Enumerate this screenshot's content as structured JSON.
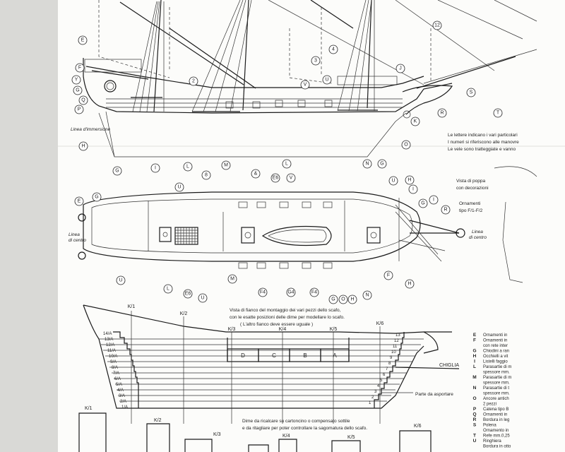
{
  "notes": {
    "letters_1": "Le lettere indicano i vari particolari",
    "letters_2": "I numeri si riferiscono alle manovre",
    "letters_3": "Le vele sono tratteggiate e vanno",
    "stern_view_1": "Vista di poppa",
    "stern_view_2": "con decorazioni",
    "ornaments_1": "Ornamenti",
    "ornaments_2": "tipo F/1-F/2",
    "side_view_1": "Vista di fianco del montaggio dei vari pezzi dello scafo,",
    "side_view_2": "con le esatte posizioni delle dime per modellare lo scafo.",
    "side_view_3": "( L'altro fianco deve essere uguale )",
    "tracing_1": "Dime da ricalcare su cartoncino o compensato sottile",
    "tracing_2": "e da ritagliare per poter controllare la sagomatura dello scafo.",
    "chiglia": "CHIGLIA",
    "parte_asportare": "Parte da asportare",
    "linea_centro": "Linea",
    "linea_centro_2": "di centro"
  },
  "frames_top": [
    "K/1",
    "K/2",
    "K/3",
    "K/4",
    "K/5",
    "K/6"
  ],
  "frames_bottom": [
    "K/1",
    "K/2",
    "K/3",
    "K/4",
    "K/5",
    "K/6"
  ],
  "hull_letters": [
    "D",
    "C",
    "B",
    "A"
  ],
  "layer_labels_left": [
    "14/A",
    "13/A",
    "12/A",
    "11/A",
    "10/A",
    "9/A",
    "8/A",
    "7/A",
    "6/A",
    "5/A",
    "4/A",
    "3/A",
    "2/A",
    "1/A"
  ],
  "layer_labels_right": [
    "13",
    "12",
    "11",
    "10",
    "9",
    "8",
    "7",
    "6",
    "5",
    "4",
    "3",
    "2",
    "1"
  ],
  "legend": [
    {
      "code": "E",
      "text": "Ornamenti in"
    },
    {
      "code": "F",
      "text": "Ornamenti in"
    },
    {
      "code": "",
      "text": "con rete inter"
    },
    {
      "code": "G",
      "text": "Chiodini a ran"
    },
    {
      "code": "H",
      "text": "Occhielli a vit"
    },
    {
      "code": "I",
      "text": "Listelli faggio"
    },
    {
      "code": "L",
      "text": "Parasartie di m"
    },
    {
      "code": "",
      "text": "spessore mm."
    },
    {
      "code": "M",
      "text": "Parasartie di m"
    },
    {
      "code": "",
      "text": "spessore mm."
    },
    {
      "code": "N",
      "text": "Parasartie di t"
    },
    {
      "code": "",
      "text": "spessore mm."
    },
    {
      "code": "O",
      "text": "Ancore antich"
    },
    {
      "code": "",
      "text": "2 pezzi"
    },
    {
      "code": "P",
      "text": "Catena tipo B"
    },
    {
      "code": "Q",
      "text": "Ornamenti in"
    },
    {
      "code": "R",
      "text": "Bordura in leg"
    },
    {
      "code": "S",
      "text": "Polena"
    },
    {
      "code": "",
      "text": "Ornamento in"
    },
    {
      "code": "T",
      "text": "Refe mm.0,25"
    },
    {
      "code": "U",
      "text": "Ringhiera"
    },
    {
      "code": "",
      "text": "Bordura in otto"
    }
  ],
  "callouts_elevation": [
    "E",
    "F",
    "Y",
    "G",
    "P",
    "Q",
    "H",
    "G",
    "I",
    "L",
    "M",
    "L",
    "N",
    "G",
    "J",
    "K",
    "O",
    "R",
    "S",
    "T",
    "V",
    "U",
    "2",
    "3",
    "4",
    "12"
  ],
  "callouts_plan": [
    "E",
    "G",
    "U",
    "8",
    "&",
    "E6",
    "V",
    "H",
    "G",
    "I",
    "R",
    "U",
    "H",
    "U",
    "L",
    "E6",
    "U",
    "M",
    "F4",
    "G4",
    "F4",
    "G",
    "O",
    "H",
    "N",
    "F",
    "I"
  ]
}
